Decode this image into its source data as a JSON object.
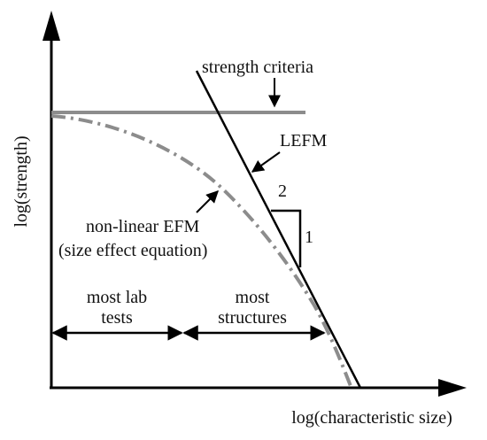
{
  "diagram": {
    "axes": {
      "y_label": "log(strength)",
      "x_label": "log(characteristic size)"
    },
    "curves": [
      {
        "name": "strength criteria",
        "style": "solid",
        "color": "#8c8c8c"
      },
      {
        "name": "LEFM",
        "style": "solid",
        "color": "#000000"
      },
      {
        "name": "non-linear EFM (size effect equation)",
        "style": "dash-dot",
        "color": "#8c8c8c"
      }
    ],
    "labels": {
      "strength_criteria": "strength criteria",
      "lefm": "LEFM",
      "nonlinear_line1": "non-linear EFM",
      "nonlinear_line2": "(size effect equation)"
    },
    "slope_triangle": {
      "run": "2",
      "rise": "1"
    },
    "ranges": {
      "lab_line1": "most lab",
      "lab_line2": "tests",
      "structures_line1": "most",
      "structures_line2": "structures"
    }
  }
}
